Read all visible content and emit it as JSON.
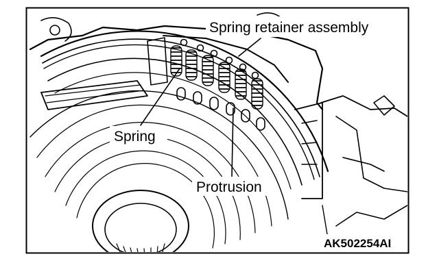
{
  "labels": {
    "spring_retainer": "Spring retainer assembly",
    "spring": "Spring",
    "protrusion": "Protrusion",
    "figure_code": "AK502254AI"
  }
}
